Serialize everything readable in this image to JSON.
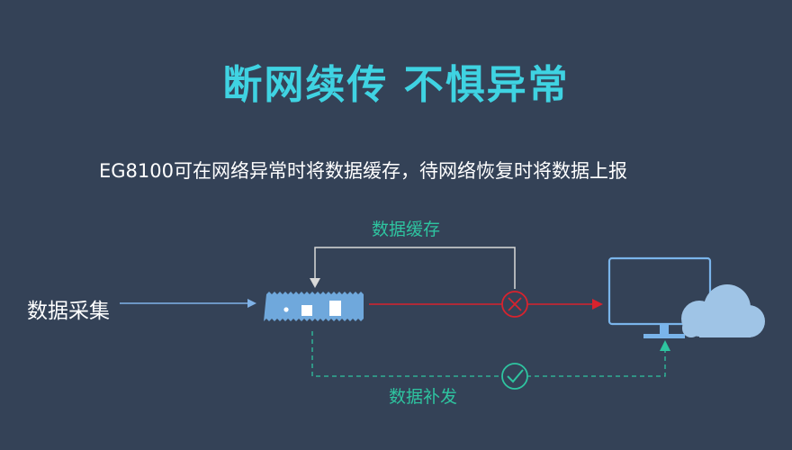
{
  "title": "断网续传  不惧异常",
  "subtitle": "EG8100可在网络异常时将数据缓存，待网络恢复时将数据上报",
  "labels": {
    "cache": "数据缓存",
    "collect": "数据采集",
    "resend": "数据补发"
  },
  "colors": {
    "background": "#344257",
    "title": "#3fd3e2",
    "text": "#ffffff",
    "accent_green": "#2ec4a0",
    "error_red": "#d8232e",
    "device_blue": "#6fa8dc",
    "monitor_outline": "#7ab4ea",
    "cloud": "#9fc4e6",
    "line_gray": "#d9d9d9",
    "input_arrow": "#7fb2e8"
  },
  "icons": {
    "gateway": "gateway-device-icon",
    "error": "cross-circle-icon",
    "ok": "check-circle-icon",
    "monitor": "monitor-icon",
    "cloud": "cloud-icon"
  }
}
